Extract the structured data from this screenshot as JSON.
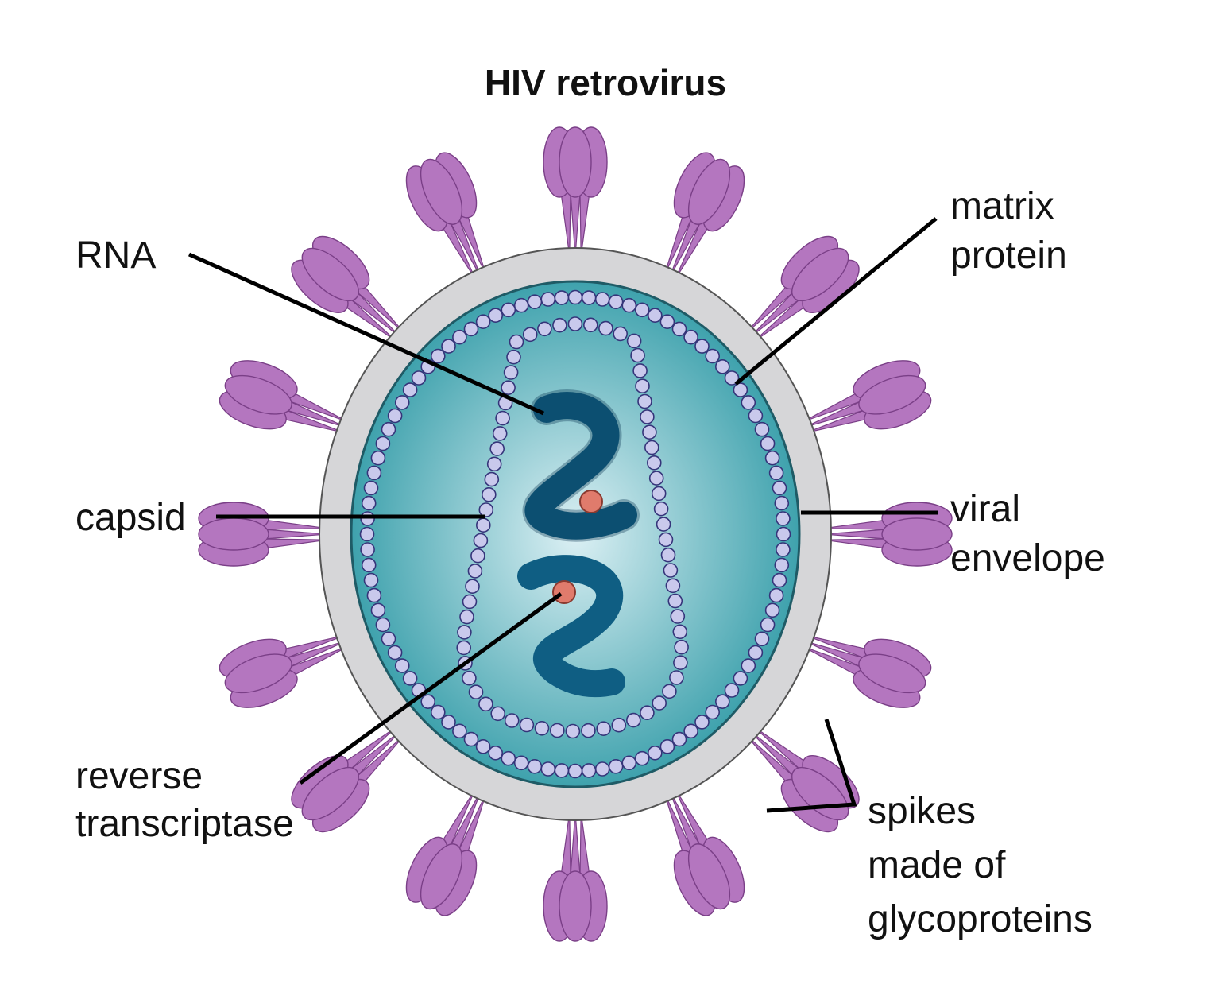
{
  "title": "HIV retrovirus",
  "labels": {
    "rna": "RNA",
    "capsid": "capsid",
    "reverse_transcriptase": [
      "reverse",
      "transcriptase"
    ],
    "matrix_protein": [
      "matrix",
      "protein"
    ],
    "viral_envelope": [
      "viral",
      "envelope"
    ],
    "spikes": [
      "spikes",
      "made of",
      "glycoproteins"
    ]
  },
  "colors": {
    "envelope": "#d6d6d8",
    "matrix_outer": "#2f9aa6",
    "matrix_inner": "#dcf0f4",
    "bead_fill": "#c9c9ec",
    "bead_stroke": "#35357a",
    "rna": "#0f5e83",
    "enzyme": "#e07b6c",
    "spike": "#b476bf",
    "spike_stroke": "#7a3f87",
    "leader": "#000000"
  }
}
